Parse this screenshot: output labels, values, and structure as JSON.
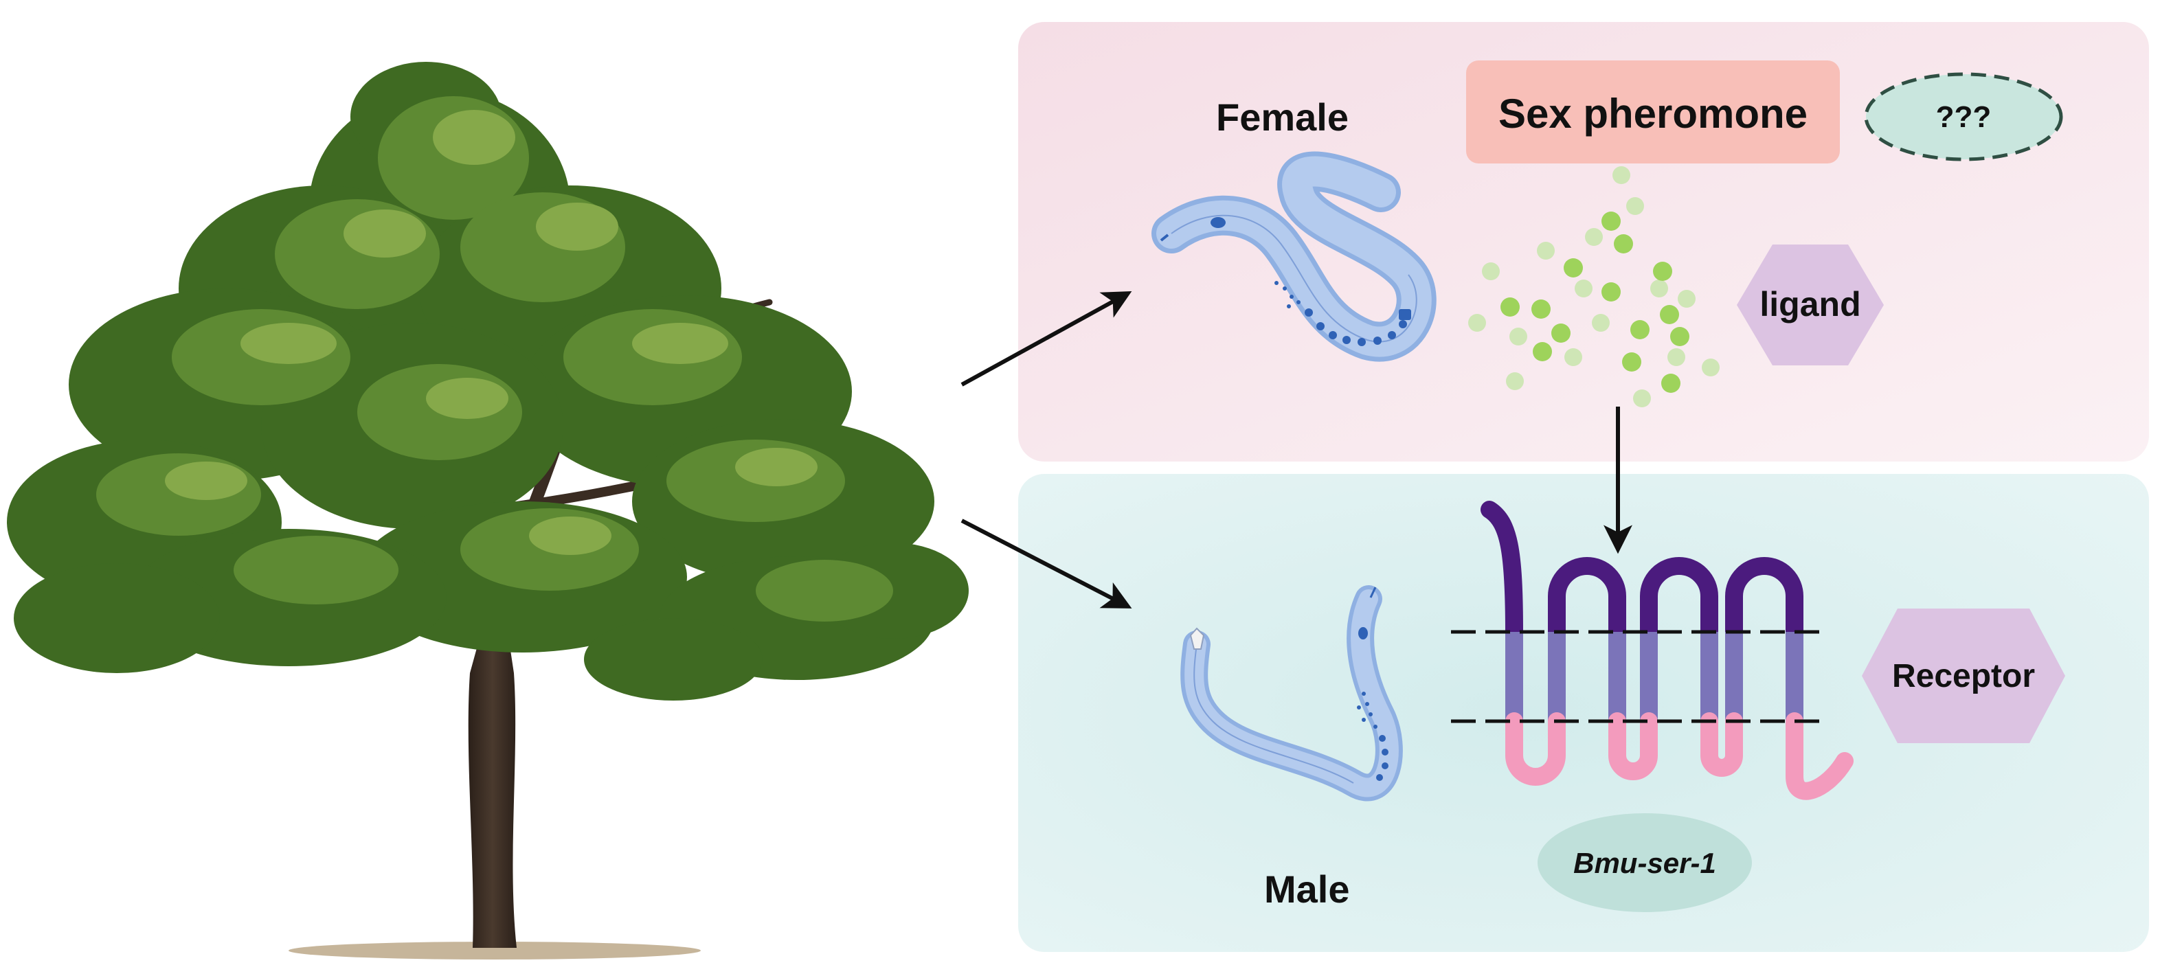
{
  "labels": {
    "female": "Female",
    "male": "Male",
    "sex_pheromone": "Sex pheromone",
    "unknown": "???",
    "ligand": "ligand",
    "receptor": "Receptor",
    "gene": "Bmu-ser-1"
  },
  "colors": {
    "female_panel": "#f7e6ec",
    "male_panel": "#dcefef",
    "sex_pheromone_box": "#f8bfb8",
    "unknown_ellipse": "#c9e6de",
    "hexagon": "#dcc3e2",
    "gene_ellipse": "#bfe0da",
    "nematode": "#a9c3ea",
    "nematode_dark": "#2f62b6",
    "receptor_top": "#4b1b7e",
    "receptor_middle": "#7b74b9",
    "receptor_bottom": "#f39bbd",
    "particle_dark": "#9ed35b",
    "particle_light": "#cfe6b6",
    "foliage": "#4f7a2b",
    "trunk": "#3a2c22"
  },
  "icons": {
    "tree": "pine-tree-illustration",
    "female_worm": "female-nematode-icon",
    "male_worm": "male-nematode-icon",
    "particles": "pheromone-particle-cloud",
    "receptor": "seven-transmembrane-receptor-icon"
  }
}
